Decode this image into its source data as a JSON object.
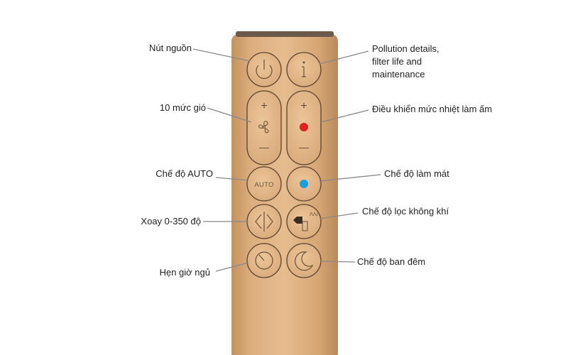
{
  "remote": {
    "body_color": "#d9a877",
    "highlight_color": "#efcfa6",
    "shadow_color": "#b88a5c",
    "top_cap_color": "#6b5a4a"
  },
  "buttons": {
    "power": {
      "icon": "power-icon"
    },
    "info": {
      "icon": "info-icon",
      "glyph": "i"
    },
    "fan_speed": {
      "icon": "fan-icon",
      "plus": "+",
      "minus": "—"
    },
    "heat": {
      "icon": "heat-dot-icon",
      "plus": "+",
      "minus": "—",
      "dot_color": "#e02020"
    },
    "auto": {
      "text": "AUTO"
    },
    "cool": {
      "icon": "cool-dot-icon",
      "dot_color": "#1a9ee0"
    },
    "oscillation": {
      "icon": "oscillation-icon"
    },
    "airflow": {
      "icon": "airflow-mode-icon"
    },
    "sleep_timer": {
      "icon": "timer-icon"
    },
    "night_mode": {
      "icon": "moon-icon"
    }
  },
  "labels": {
    "power": "Nút nguồn",
    "info": "Pollution details,\nfilter life and\nmaintenance",
    "fan_speed": "10 mức gió",
    "heat": "Điều khiển mức nhiệt làm ấm",
    "auto": "Chế độ AUTO",
    "cool": "Chế độ làm mát",
    "oscillation": "Xoay 0-350 độ",
    "airflow": "Chế độ lọc không khí",
    "sleep_timer": "Hẹn giờ ngủ",
    "night_mode": "Chế độ ban đêm"
  }
}
